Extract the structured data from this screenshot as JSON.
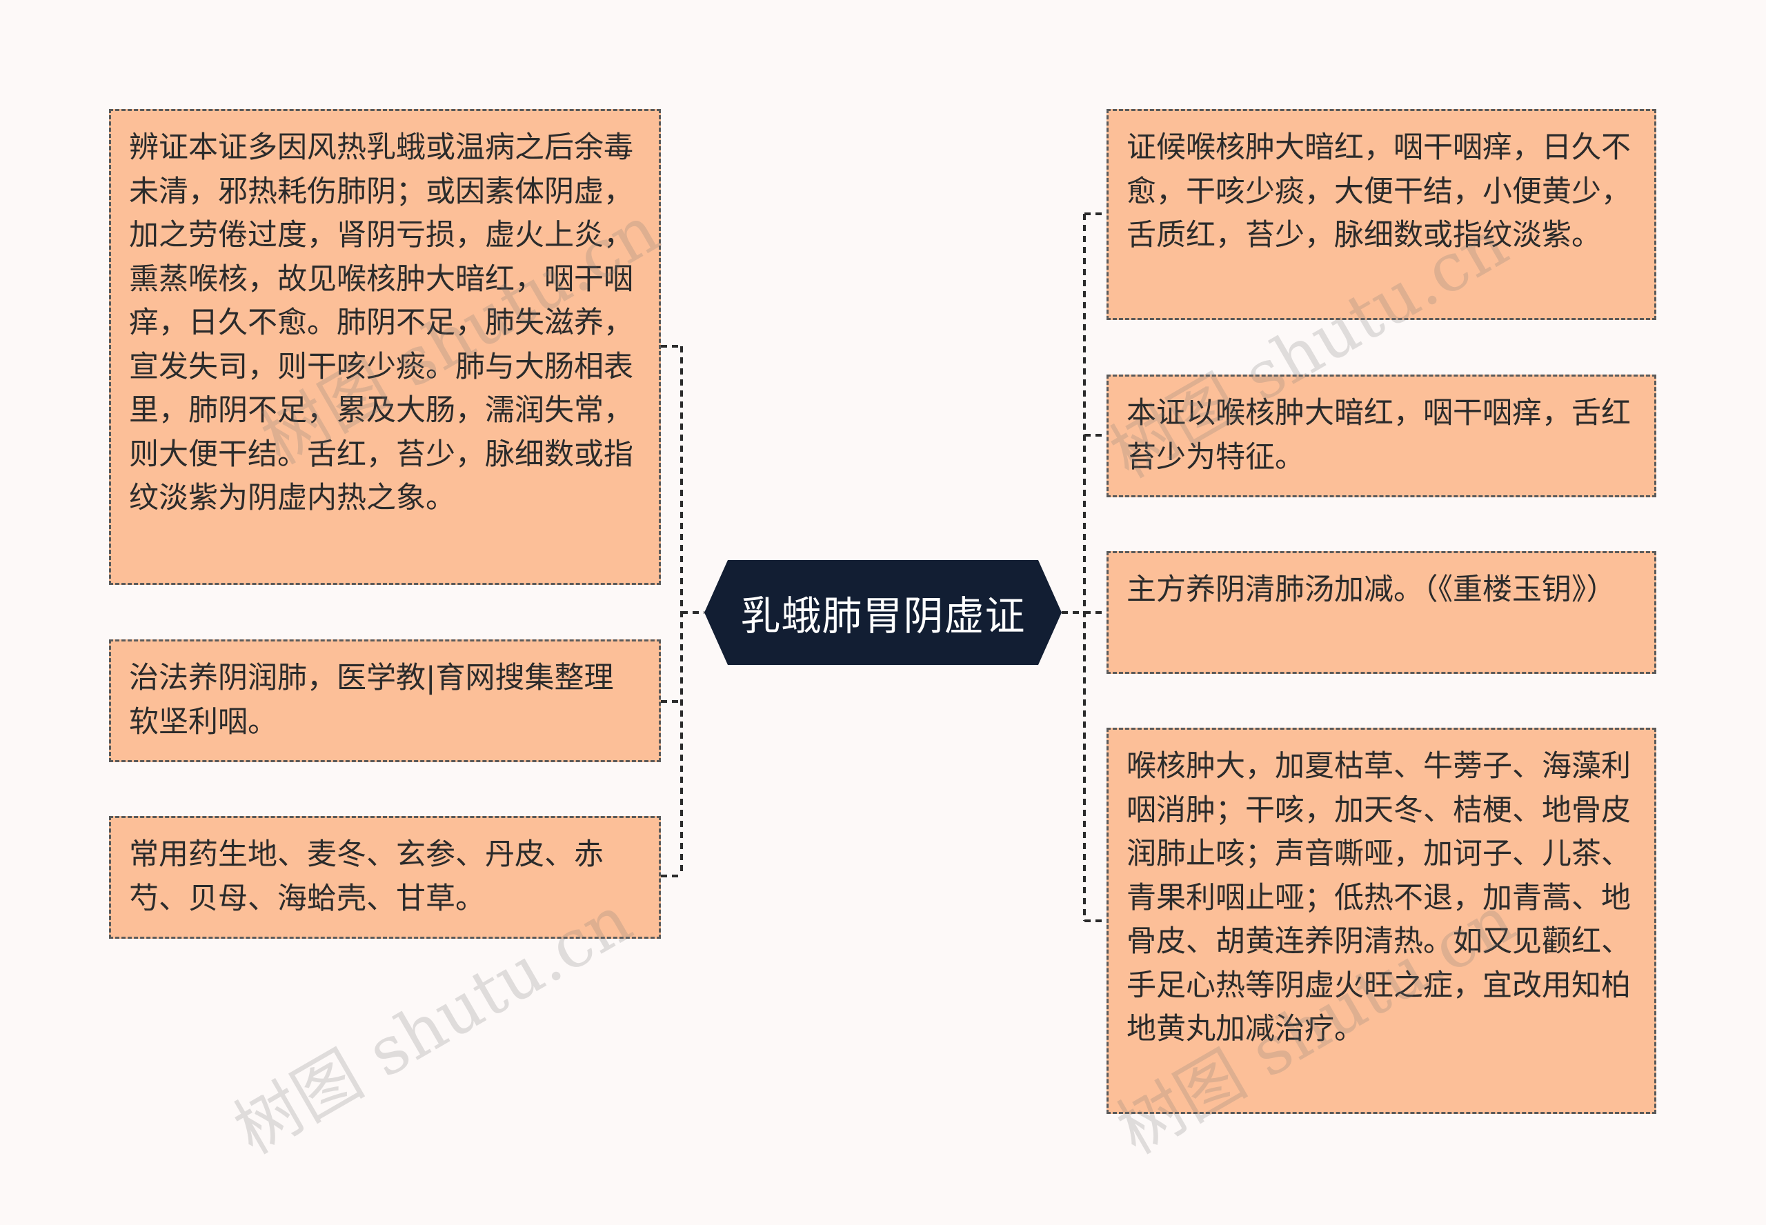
{
  "center": {
    "title": "乳蛾肺胃阴虚证"
  },
  "left_nodes": [
    {
      "text": "辨证本证多因风热乳蛾或温病之后余毒未清，邪热耗伤肺阴；或因素体阴虚，加之劳倦过度，肾阴亏损，虚火上炎，熏蒸喉核，故见喉核肿大暗红，咽干咽痒，日久不愈。肺阴不足，肺失滋养，宣发失司，则干咳少痰。肺与大肠相表里，肺阴不足，累及大肠，濡润失常，则大便干结。舌红，苔少，脉细数或指纹淡紫为阴虚内热之象。"
    },
    {
      "text": "治法养阴润肺，医学教|育网搜集整理软坚利咽。"
    },
    {
      "text": "常用药生地、麦冬、玄参、丹皮、赤芍、贝母、海蛤壳、甘草。"
    }
  ],
  "right_nodes": [
    {
      "text": "证候喉核肿大暗红，咽干咽痒，日久不愈，干咳少痰，大便干结，小便黄少，舌质红，苔少，脉细数或指纹淡紫。"
    },
    {
      "text": "本证以喉核肿大暗红，咽干咽痒，舌红苔少为特征。"
    },
    {
      "text": "主方养阴清肺汤加减。（《重楼玉钥》）"
    },
    {
      "text": "喉核肿大，加夏枯草、牛蒡子、海藻利咽消肿；干咳，加天冬、桔梗、地骨皮润肺止咳；声音嘶哑，加诃子、儿茶、青果利咽止哑；低热不退，加青蒿、地骨皮、胡黄连养阴清热。如又见颧红、手足心热等阴虚火旺之症，宜改用知柏地黄丸加减治疗。"
    }
  ],
  "watermarks": [
    "树图 shutu.cn",
    "树图 shutu.cn",
    "树图 shutu.cn",
    "树图 shutu.cn"
  ],
  "colors": {
    "node_fill": "#fcbf98",
    "node_border": "#5a5a5a",
    "center_fill": "#121e33",
    "center_text": "#ffffff",
    "background": "#fdf9f8"
  }
}
